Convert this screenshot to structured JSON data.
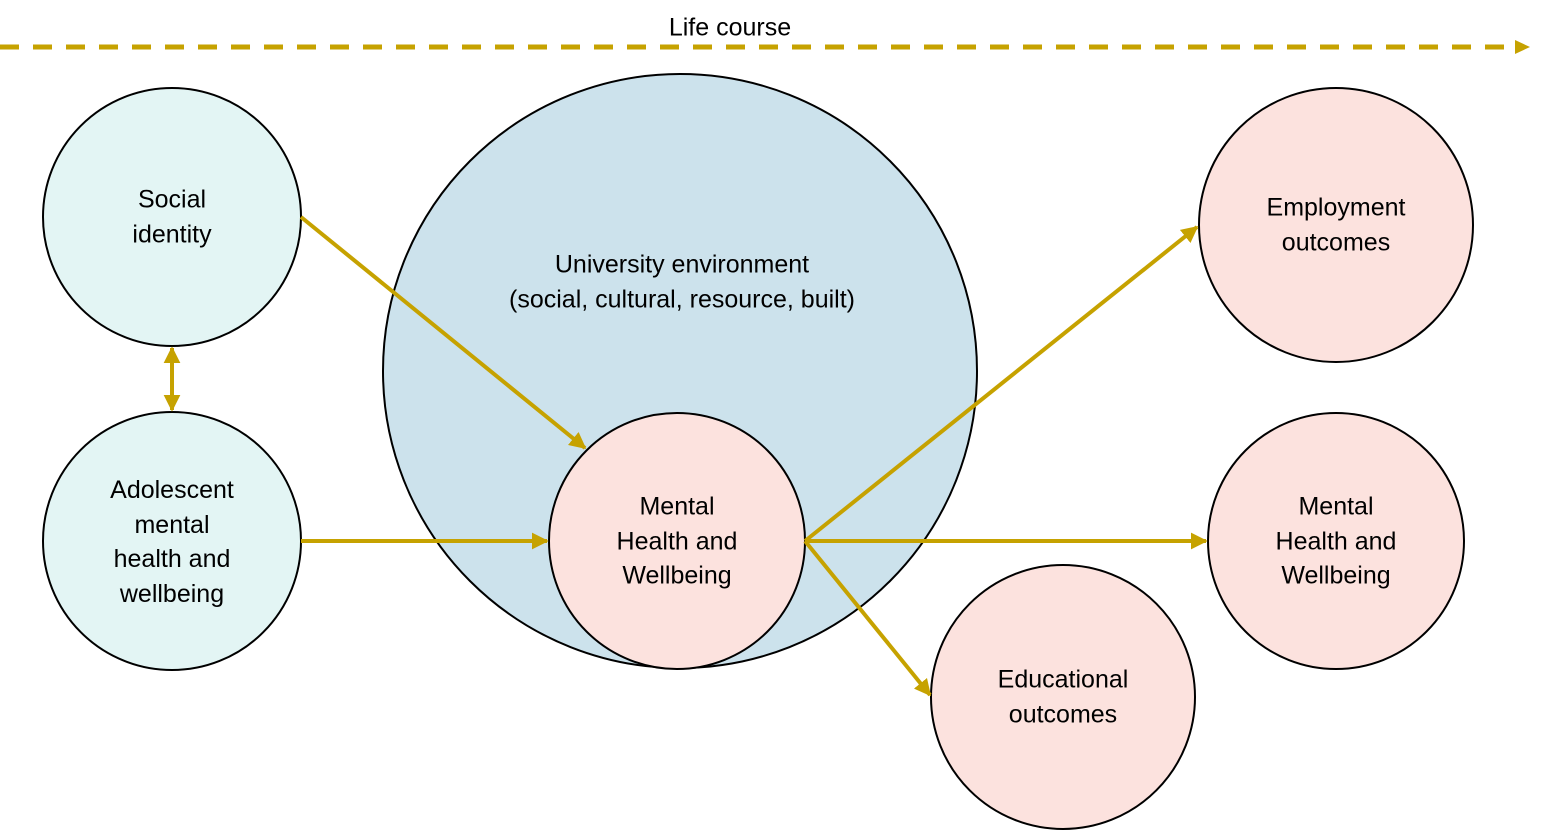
{
  "colors": {
    "arrow": "#C6A200",
    "node_stroke": "#000000",
    "early_life_fill": "#E3F5F4",
    "environment_fill": "#CCE2EC",
    "outcome_fill": "#FCE2DE"
  },
  "timeline": {
    "label": "Life course",
    "direction": "left-to-right"
  },
  "nodes": {
    "social_identity": {
      "label": "Social\nidentity",
      "group": "early life"
    },
    "adolescent_mh": {
      "label": "Adolescent\nmental\nhealth and\nwellbeing",
      "group": "early life"
    },
    "university_env": {
      "label": "University environment\n(social, cultural, resource, built)",
      "group": "context"
    },
    "university_mh": {
      "label": "Mental\nHealth and\nWellbeing",
      "group": "university"
    },
    "employment": {
      "label": "Employment\noutcomes",
      "group": "outcome"
    },
    "later_mh": {
      "label": "Mental\nHealth and\nWellbeing",
      "group": "outcome"
    },
    "educational": {
      "label": "Educational\noutcomes",
      "group": "outcome"
    }
  },
  "edges": [
    {
      "from": "social_identity",
      "to": "adolescent_mh",
      "type": "bidirectional"
    },
    {
      "from": "social_identity",
      "to": "university_mh",
      "type": "directed"
    },
    {
      "from": "adolescent_mh",
      "to": "university_mh",
      "type": "directed"
    },
    {
      "from": "university_mh",
      "to": "employment",
      "type": "directed"
    },
    {
      "from": "university_mh",
      "to": "later_mh",
      "type": "directed"
    },
    {
      "from": "university_mh",
      "to": "educational",
      "type": "directed"
    }
  ]
}
